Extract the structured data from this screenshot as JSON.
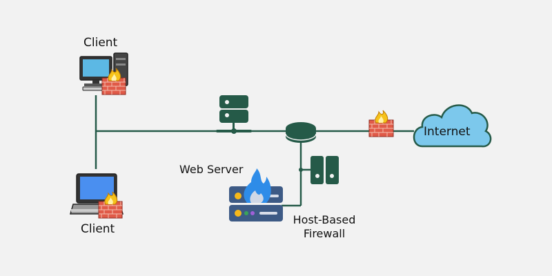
{
  "diagram": {
    "title": "Host-Based Firewall Network Diagram",
    "nodes": {
      "client_top": {
        "label": "Client",
        "icon": "desktop-computer-icon",
        "protected_by": "firewall-icon"
      },
      "client_bottom": {
        "label": "Client",
        "icon": "laptop-icon",
        "protected_by": "firewall-icon"
      },
      "server": {
        "icon": "server-icon"
      },
      "router": {
        "icon": "router-icon"
      },
      "perimeter_firewall": {
        "icon": "firewall-icon"
      },
      "internet": {
        "label": "Internet",
        "icon": "cloud-icon"
      },
      "web_server": {
        "label": "Web Server",
        "icon": "web-server-firewall-icon"
      },
      "host_firewall": {
        "label_line1": "Host-Based",
        "label_line2": "Firewall",
        "icon": "host-firewall-icon"
      }
    },
    "colors": {
      "line": "#255a48",
      "node": "#255a48",
      "cloud": "#7cc8ec",
      "brick": "#e05a48",
      "flame": "#f6c21a",
      "server_blue": "#3d5a85",
      "web_flame": "#2e8ce8"
    }
  }
}
